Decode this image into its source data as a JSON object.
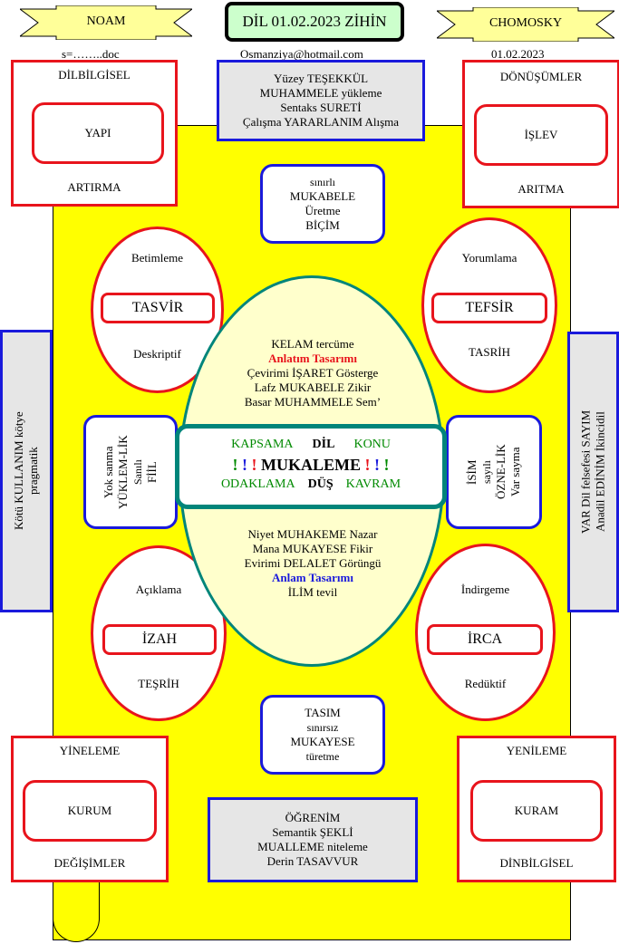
{
  "header": {
    "left_ribbon": "NOAM",
    "title": "DİL 01.02.2023 ZİHİN",
    "right_ribbon": "CHOMOSKY",
    "left_sub": "s=……..doc",
    "email": "Osmanziya@hotmail.com",
    "date": "01.02.2023"
  },
  "top_center_box": [
    "Yüzey  TEŞEKKÜL",
    "MUHAMMELE yükleme",
    "Sentaks SURETİ",
    "Çalışma YARARLANIM Alışma"
  ],
  "corner_tl": {
    "top": "DİLBİLGİSEL",
    "inner": "YAPI",
    "bottom": "ARTIRMA"
  },
  "corner_tr": {
    "top": "DÖNÜŞÜMLER",
    "inner": "İŞLEV",
    "bottom": "ARITMA"
  },
  "corner_bl": {
    "top": "YİNELEME",
    "inner": "KURUM",
    "bottom": "DEĞİŞİMLER"
  },
  "corner_br": {
    "top": "YENİLEME",
    "inner": "KURAM",
    "bottom": "DİNBİLGİSEL"
  },
  "upper_mid_box": [
    "sınırlı",
    "MUKABELE",
    "Üretme",
    "BİÇİM"
  ],
  "lower_mid_box": [
    "TASIM",
    "sınırsız",
    "MUKAYESE",
    "türetme"
  ],
  "bottom_center_box": [
    "ÖĞRENİM",
    "Semantik ŞEKLİ",
    "MUALLEME niteleme",
    "Derin TASAVVUR"
  ],
  "ellipse_tl": {
    "top": "Betimleme",
    "inner": "TASVİR",
    "bottom": "Deskriptif"
  },
  "ellipse_tr": {
    "top": "Yorumlama",
    "inner": "TEFSİR",
    "bottom": "TASRİH"
  },
  "ellipse_bl": {
    "top": "Açıklama",
    "inner": "İZAH",
    "bottom": "TEŞRİH"
  },
  "ellipse_br": {
    "top": "İndirgeme",
    "inner": "İRCA",
    "bottom": "Redüktif"
  },
  "center_upper": {
    "l1": "KELAM tercüme",
    "l2": "Anlatım Tasarımı",
    "l3": "Çevirimi İŞARET Gösterge",
    "l4": "Lafz MUKABELE Zikir",
    "l5": "Basar MUHAMMELE Sem’"
  },
  "center_lower": {
    "l1": "Niyet MUHAKEME Nazar",
    "l2": "Mana MUKAYESE Fikir",
    "l3": "Evirimi DELALET Görüngü",
    "l4": "Anlam Tasarımı",
    "l5": "İLİM tevil"
  },
  "center_box": {
    "r1a": "KAPSAMA",
    "r1b": "DİL",
    "r1c": "KONU",
    "r2a": "!",
    "r2b": "!",
    "r2c": "!",
    "r2word": "MUKALEME",
    "r2d": "!",
    "r2e": "!",
    "r2f": "!",
    "r3a": "ODAKLAMA",
    "r3b": "DÜŞ",
    "r3c": "KAVRAM"
  },
  "side_left_small": [
    "Yok sanma",
    "YÜKLEM-LİK",
    "Sanılı",
    "FİİL"
  ],
  "side_right_small": [
    "İSİM",
    "sayılı",
    "ÖZNE-LİK",
    "Var sayma"
  ],
  "far_left": [
    "Kötü KULLANIM kötye",
    "pragmatik"
  ],
  "far_right": [
    "VAR Dil felsefesi SAYIM",
    "Anadil EDİNİM İkincidil"
  ],
  "colors": {
    "yellow": "#ffff00",
    "red": "#e8141c",
    "blue": "#1a1adc",
    "teal": "#00857a",
    "green": "#008a00",
    "gray": "#e6e6e6",
    "title_green": "#ccffcc",
    "ribbon": "#ffff99"
  }
}
